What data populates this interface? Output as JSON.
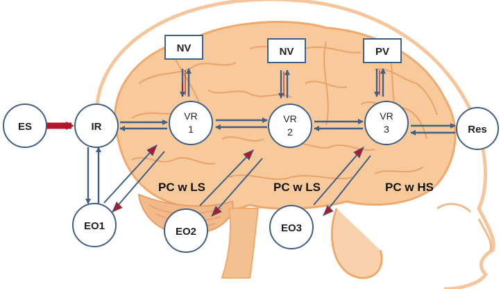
{
  "colors": {
    "brain_fill": "#f7c99b",
    "brain_outline": "#efa96c",
    "arrow_blue": "#3f5f86",
    "arrow_red": "#b0172b",
    "node_stroke": "#3f5f86"
  },
  "nodes": {
    "es": "ES",
    "ir": "IR",
    "vr1": {
      "line1": "VR",
      "line2": "1"
    },
    "vr2": {
      "line1": "VR",
      "line2": "2"
    },
    "vr3": {
      "line1": "VR",
      "line2": "3"
    },
    "res": "Res",
    "eo1": "EO1",
    "eo2": "EO2",
    "eo3": "EO3"
  },
  "boxes": {
    "box1": "NV",
    "box2": "NV",
    "box3": "PV"
  },
  "pc_labels": {
    "pc1": "PC w LS",
    "pc2": "PC w LS",
    "pc3": "PC w HS"
  }
}
